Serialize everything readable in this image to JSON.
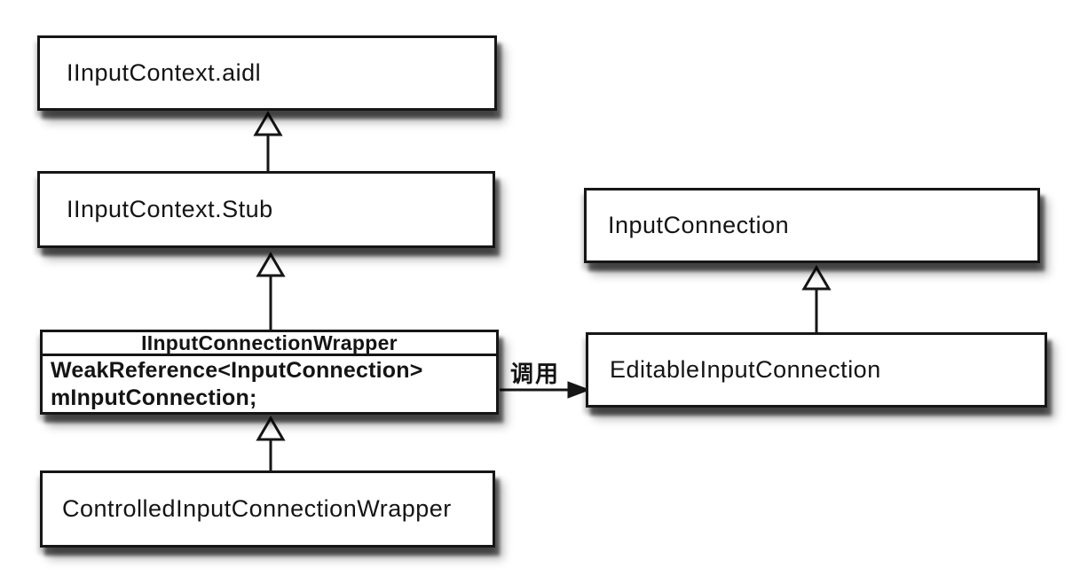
{
  "diagram": {
    "type": "uml-class-inheritance",
    "background_color": "#ffffff",
    "box_fill_color": "#ffffff",
    "line_color": "#161616",
    "nodes": {
      "iinputcontext_aidl": {
        "label": "IInputContext.aidl"
      },
      "iinputcontext_stub": {
        "label": "IInputContext.Stub"
      },
      "iinputconnectionwrapper": {
        "title": "IInputConnectionWrapper",
        "members": [
          "WeakReference<InputConnection>",
          "mInputConnection;"
        ]
      },
      "controlledinputconnectionwrapper": {
        "label": "ControlledInputConnectionWrapper"
      },
      "inputconnection": {
        "label": "InputConnection"
      },
      "editableinputconnection": {
        "label": "EditableInputConnection"
      }
    },
    "edges": {
      "call": {
        "label": "调用",
        "from": "IInputConnectionWrapper",
        "to": "EditableInputConnection"
      },
      "inheritance": [
        {
          "from": "IInputContext.Stub",
          "to": "IInputContext.aidl"
        },
        {
          "from": "IInputConnectionWrapper",
          "to": "IInputContext.Stub"
        },
        {
          "from": "ControlledInputConnectionWrapper",
          "to": "IInputConnectionWrapper"
        },
        {
          "from": "EditableInputConnection",
          "to": "InputConnection"
        }
      ]
    }
  }
}
